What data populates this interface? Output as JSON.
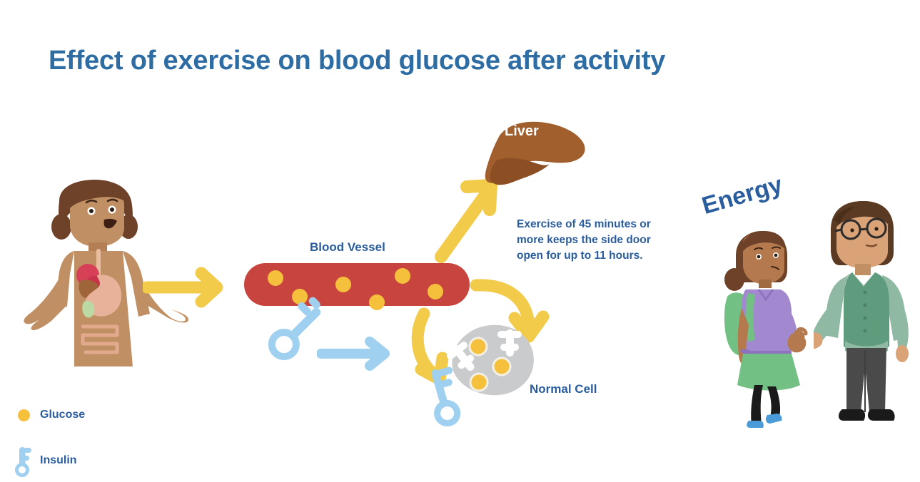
{
  "page": {
    "title": "Effect of exercise on blood glucose after activity",
    "background_color": "#ffffff",
    "title_color": "#2e6da4"
  },
  "diagram": {
    "labels": {
      "blood_vessel": "Blood Vessel",
      "normal_cell": "Normal Cell",
      "liver": "Liver",
      "energy": "Energy"
    },
    "note": "Exercise of 45 minutes or more keeps the side door open for up to 11 hours.",
    "colors": {
      "label_blue": "#2a5d9e",
      "glucose_yellow": "#f5c13d",
      "arrow_yellow": "#f2cb4a",
      "insulin_blue": "#9fd0f0",
      "vessel_red": "#c8453f",
      "cell_gray": "#c9cbcd",
      "liver_brown": "#a05f2c",
      "liver_brown_dark": "#8b4f23",
      "skin": "#c08f63",
      "hair_brown": "#6d4228"
    },
    "glucose_count_in_vessel": 6,
    "glucose_count_in_cell": 3,
    "insulin_keys": 2,
    "cell_keyholes": 2
  },
  "legend": {
    "items": [
      {
        "label": "Glucose",
        "icon": "glucose-dot-icon",
        "color": "#f5c13d"
      },
      {
        "label": "Insulin",
        "icon": "insulin-key-icon",
        "color": "#9fd0f0"
      }
    ]
  },
  "figures": {
    "woman_with_organs": {
      "name": "woman-anatomy-figure",
      "organs": [
        "esophagus",
        "liver",
        "stomach",
        "gallbladder",
        "intestines"
      ]
    },
    "girl": {
      "name": "girl-figure",
      "items": [
        "backpack",
        "skirt",
        "leggings",
        "sneakers"
      ]
    },
    "man": {
      "name": "man-figure",
      "items": [
        "glasses",
        "vest",
        "shirt",
        "trousers",
        "shoes"
      ]
    }
  }
}
